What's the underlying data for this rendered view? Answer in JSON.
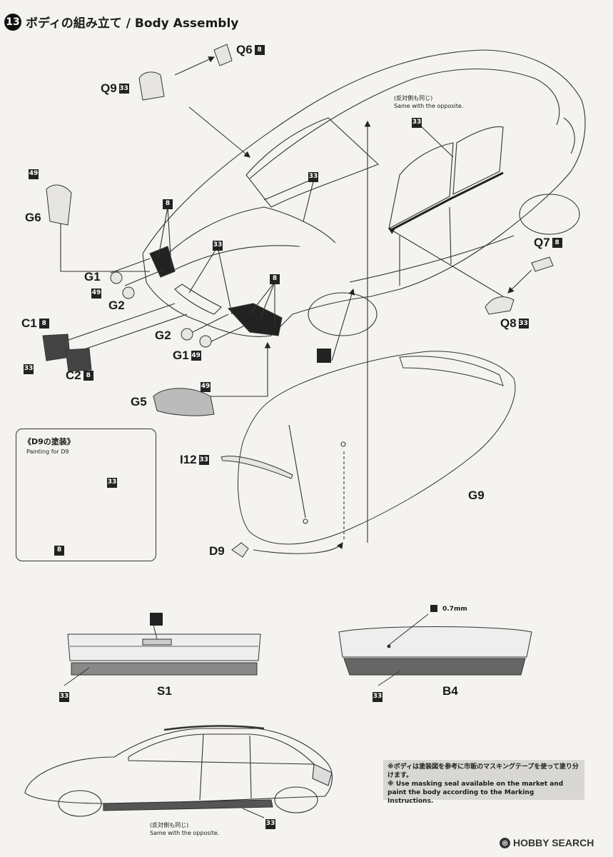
{
  "header": {
    "step_number": "13",
    "title": "ボディの組み立て / Body Assembly"
  },
  "parts": {
    "q6": {
      "label": "Q6",
      "code": "8"
    },
    "q9": {
      "label": "Q9",
      "code": "33"
    },
    "g6": {
      "label": "G6",
      "code": "49"
    },
    "g1_left": {
      "label": "G1",
      "code": "49"
    },
    "g2_left": {
      "label": "G2"
    },
    "g2_right": {
      "label": "G2"
    },
    "g1_right": {
      "label": "G1",
      "code": "49"
    },
    "c1": {
      "label": "C1",
      "code": "8"
    },
    "c2": {
      "label": "C2",
      "code": "8"
    },
    "c_shared_code": "33",
    "g5": {
      "label": "G5",
      "code": "49"
    },
    "q7": {
      "label": "Q7",
      "code": "8"
    },
    "q8": {
      "label": "Q8",
      "code": "33"
    },
    "i12": {
      "label": "I12",
      "code": "33"
    },
    "g9": {
      "label": "G9"
    },
    "d9": {
      "label": "D9"
    },
    "s1": {
      "label": "S1",
      "code": "33"
    },
    "b4": {
      "label": "B4",
      "code": "33"
    }
  },
  "callouts": {
    "grille_top": "8",
    "grille_mid": "33",
    "grille_right": "8",
    "hood": "33",
    "window_trim": "33",
    "side_lower": "33"
  },
  "notes": {
    "opposite_top_jp": "(反対側も同じ)",
    "opposite_top_en": "Same with the opposite.",
    "opposite_bottom_jp": "(反対側も同じ)",
    "opposite_bottom_en": "Same with the opposite.",
    "thickness": "0.7mm"
  },
  "d9_painting": {
    "title": "《D9の塗装》",
    "subtitle": "Painting for D9",
    "code_top": "33",
    "code_bottom": "8"
  },
  "mask_note": {
    "jp": "※ボディは塗装図を参考に市販のマスキングテープを使って塗り分けます。",
    "en": "※ Use masking seal available on the market and paint the body according to the Marking Instructions."
  },
  "watermark": "HOBBY SEARCH"
}
